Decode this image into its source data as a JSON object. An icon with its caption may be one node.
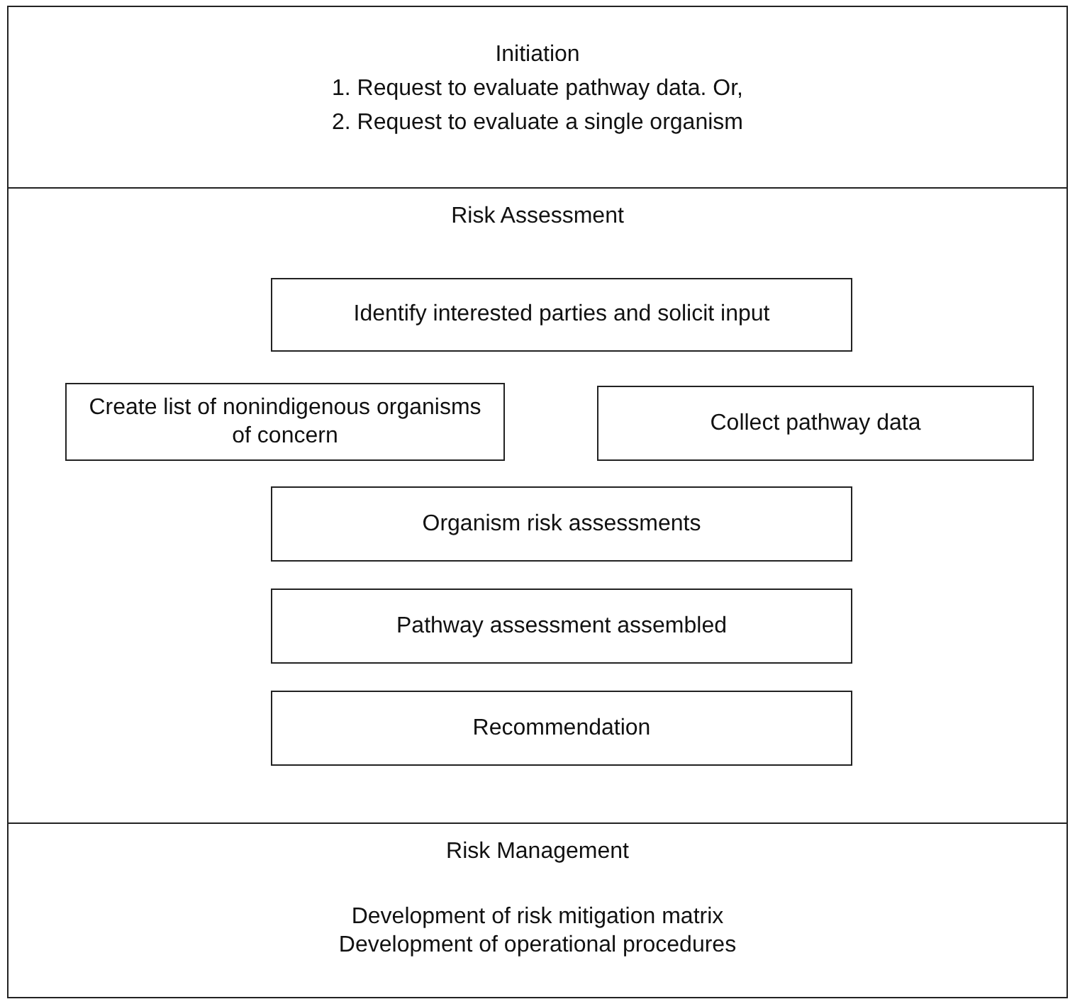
{
  "diagram": {
    "nodes": [
      {
        "text": [
          "Initiation",
          "1. Request to evaluate pathway data. Or,",
          "2. Request to evaluate a single organism"
        ]
      },
      {
        "text": [
          "Risk Assessment"
        ]
      },
      {
        "text": [
          "Identify interested parties and solicit input"
        ],
        "in": 1
      },
      {
        "text": [
          "Create list of nonindigenous organisms of concern"
        ],
        "in": 1
      },
      {
        "text": [
          "Collect pathway data"
        ],
        "in": 1
      },
      {
        "text": [
          "Organism risk assessments"
        ],
        "in": 1
      },
      {
        "text": [
          "Pathway assessment assembled"
        ],
        "in": 1
      },
      {
        "text": [
          "Recommendation"
        ],
        "in": 1
      },
      {
        "text": [
          "Risk Management",
          "Development of risk mitigation matrix",
          "Development of operational procedures"
        ]
      }
    ]
  }
}
